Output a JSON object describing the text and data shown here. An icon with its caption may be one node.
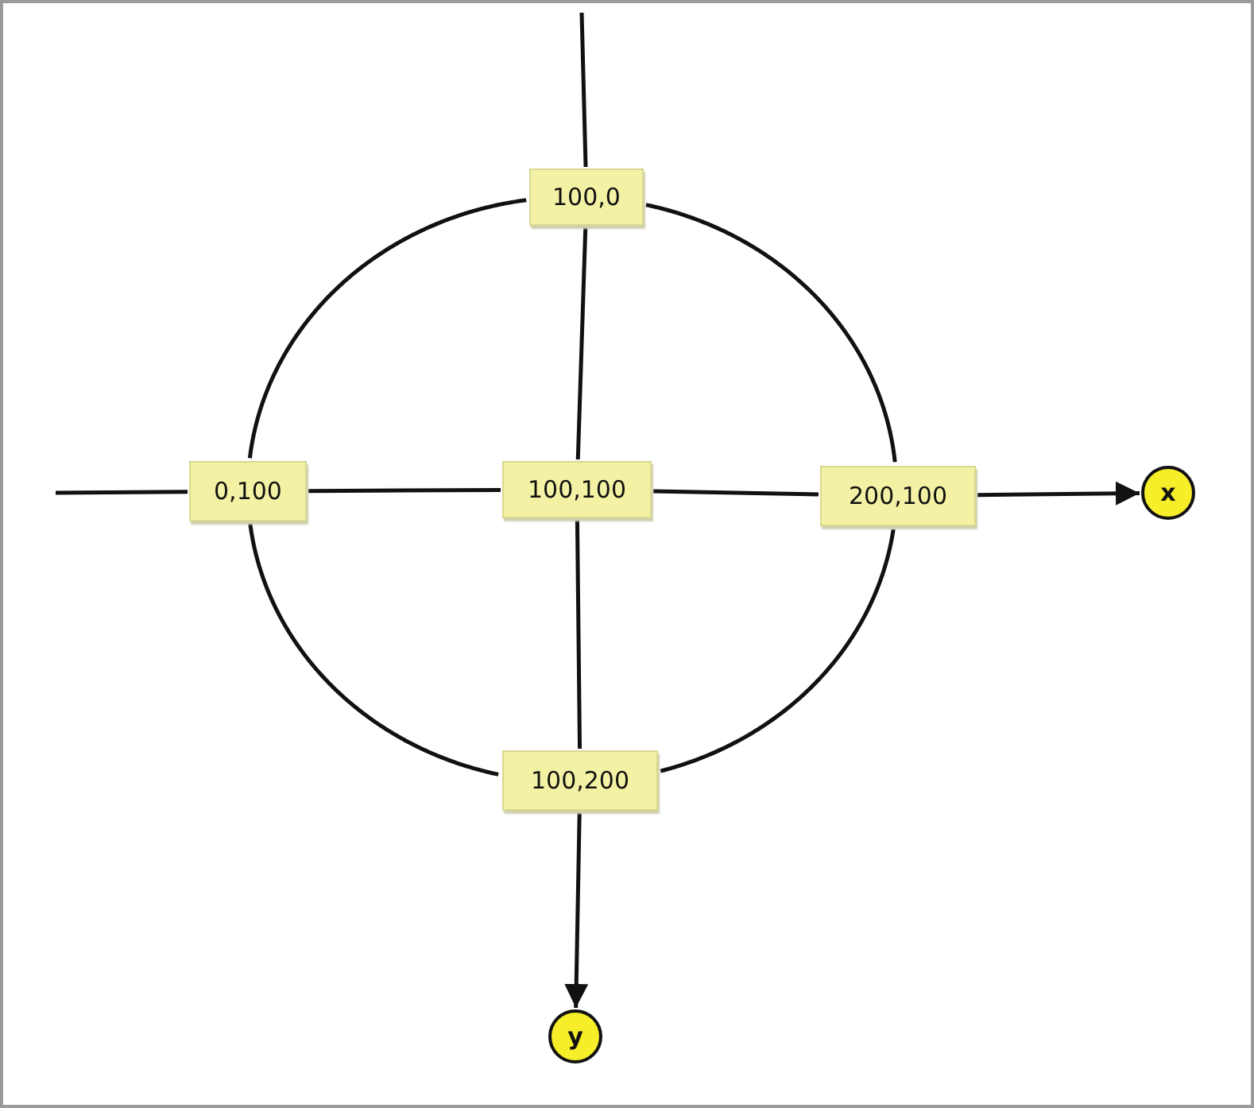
{
  "diagram": {
    "nodes": [
      {
        "text": [
          "100,0"
        ]
      },
      {
        "text": [
          "0,100"
        ]
      },
      {
        "text": [
          "100,100"
        ]
      },
      {
        "text": [
          "200,100"
        ]
      },
      {
        "text": [
          "100,200"
        ]
      },
      {
        "text": [
          "x"
        ]
      },
      {
        "text": [
          "y"
        ]
      }
    ],
    "edges": [
      {
        "from": null,
        "to": 1,
        "arrow": "none"
      },
      {
        "from": 1,
        "to": 2,
        "arrow": "none"
      },
      {
        "from": 2,
        "to": 3,
        "arrow": "none"
      },
      {
        "from": 3,
        "to": 5,
        "arrow": "to"
      },
      {
        "from": null,
        "to": 0,
        "arrow": "none"
      },
      {
        "from": 0,
        "to": 2,
        "arrow": "none"
      },
      {
        "from": 2,
        "to": 4,
        "arrow": "none"
      },
      {
        "from": 4,
        "to": 6,
        "arrow": "to"
      },
      {
        "from": 0,
        "to": 3,
        "arrow": "none"
      },
      {
        "from": 3,
        "to": 4,
        "arrow": "none"
      },
      {
        "from": 4,
        "to": 1,
        "arrow": "none"
      },
      {
        "from": 1,
        "to": 0,
        "arrow": "none"
      }
    ]
  }
}
